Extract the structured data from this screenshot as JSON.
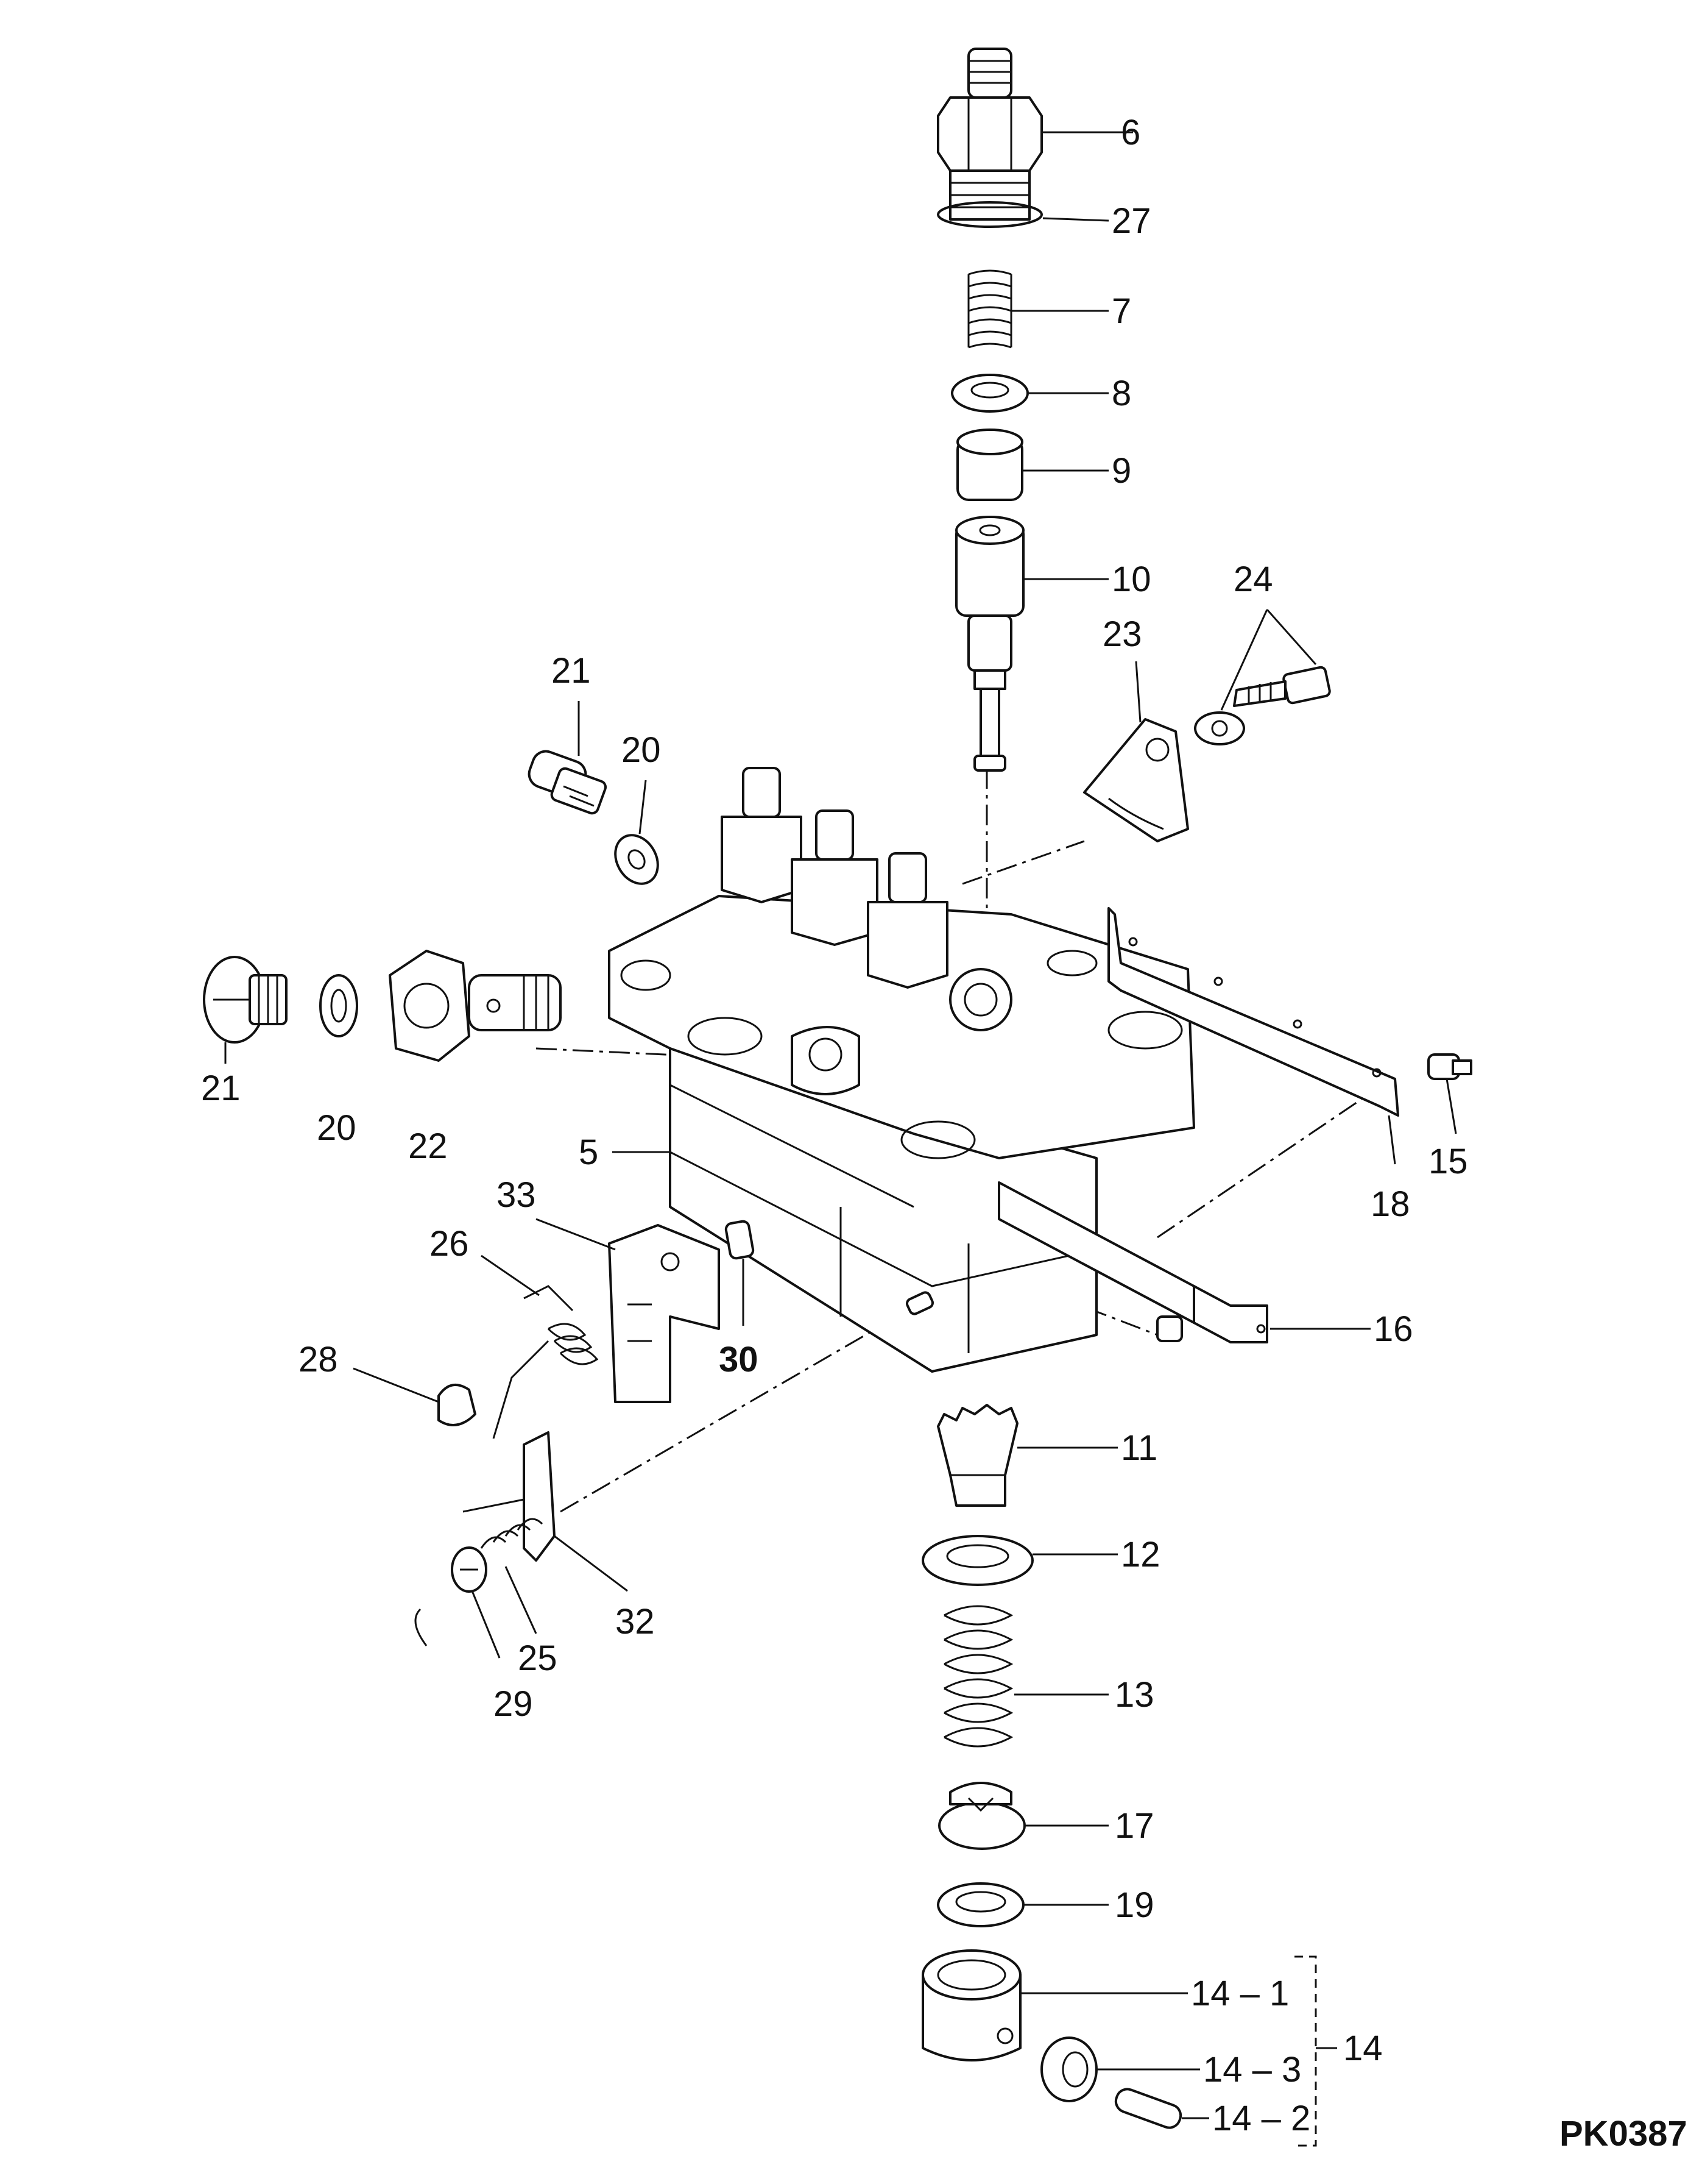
{
  "drawing_code": "PK0387",
  "callouts": {
    "c6": "6",
    "c27": "27",
    "c7": "7",
    "c8": "8",
    "c9": "9",
    "c10": "10",
    "c24": "24",
    "c23": "23",
    "c21a": "21",
    "c20a": "20",
    "c21b": "21",
    "c20b": "20",
    "c22": "22",
    "c5": "5",
    "c15": "15",
    "c18": "18",
    "c16": "16",
    "c33": "33",
    "c26": "26",
    "c28": "28",
    "c30": "30",
    "c11": "11",
    "c12": "12",
    "c32": "32",
    "c25": "25",
    "c29": "29",
    "c13": "13",
    "c17": "17",
    "c19": "19",
    "c14_1": "14 – 1",
    "c14_3": "14 – 3",
    "c14_2": "14 – 2",
    "c14": "14"
  }
}
